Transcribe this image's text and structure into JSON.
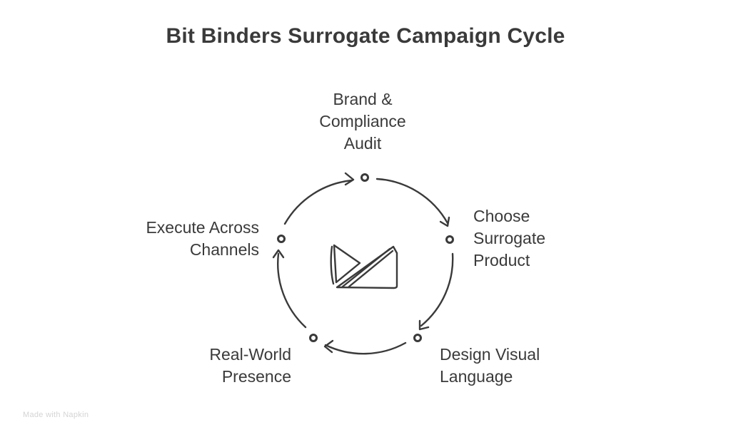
{
  "title": "Bit Binders Surrogate Campaign Cycle",
  "stages": [
    {
      "lines": [
        "Brand &",
        "Compliance",
        "Audit"
      ]
    },
    {
      "lines": [
        "Choose",
        "Surrogate",
        "Product"
      ]
    },
    {
      "lines": [
        "Design Visual",
        "Language"
      ]
    },
    {
      "lines": [
        "Real-World",
        "Presence"
      ]
    },
    {
      "lines": [
        "Execute Across",
        "Channels"
      ]
    }
  ],
  "watermark": "Made with Napkin",
  "colors": {
    "text": "#3a3a3a",
    "stroke": "#3a3a3a",
    "watermark": "#d4d4d4"
  },
  "icons": {
    "center": "bit-binders-logo-icon",
    "node": "ring-node-icon",
    "arrow": "arrowhead-icon"
  }
}
